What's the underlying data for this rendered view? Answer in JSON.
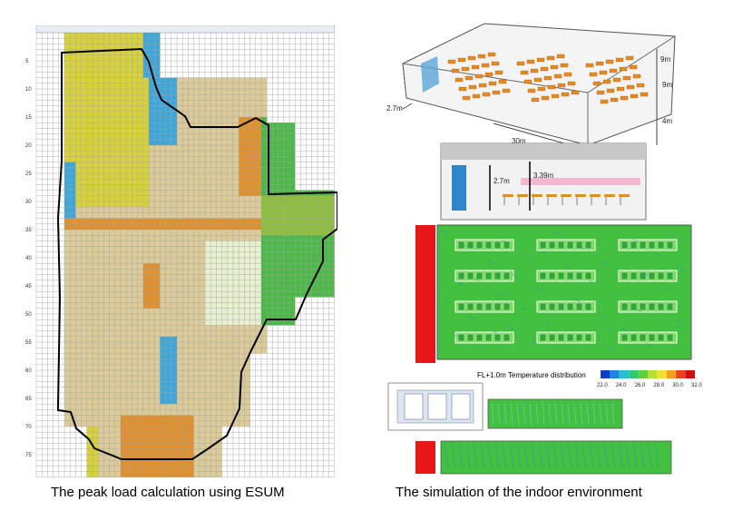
{
  "captions": {
    "left": "The peak load calculation using ESUM",
    "right": "The simulation of the indoor environment"
  },
  "esum_grid": {
    "row_labels": [
      "5",
      "10",
      "15",
      "20",
      "25",
      "30",
      "35",
      "40",
      "45",
      "50",
      "55",
      "60",
      "65",
      "70",
      "75"
    ],
    "colors": {
      "yellow": "#d8d23a",
      "tan": "#dccb98",
      "blue": "#3ea6d8",
      "orange": "#e0902c",
      "green": "#4cb847",
      "olive": "#8fbf3c",
      "light": "#e9f0d0"
    }
  },
  "simulation": {
    "dim_labels": {
      "height_left": "2.7m",
      "length": "30m",
      "w1": "9m",
      "w2": "9m",
      "w3": "4m",
      "sec_h1": "2.7m",
      "sec_h2": "3.39m"
    },
    "legend_title": "FL+1.0m Temperature distribution",
    "legend_ticks": [
      "22.0",
      "24.0",
      "26.0",
      "28.0",
      "30.0",
      "32.0"
    ],
    "legend_colors": [
      "#1040c0",
      "#1c88e0",
      "#28c0d0",
      "#30c870",
      "#60d040",
      "#b8e030",
      "#f0e030",
      "#f0a020",
      "#e84020",
      "#d01010"
    ]
  }
}
